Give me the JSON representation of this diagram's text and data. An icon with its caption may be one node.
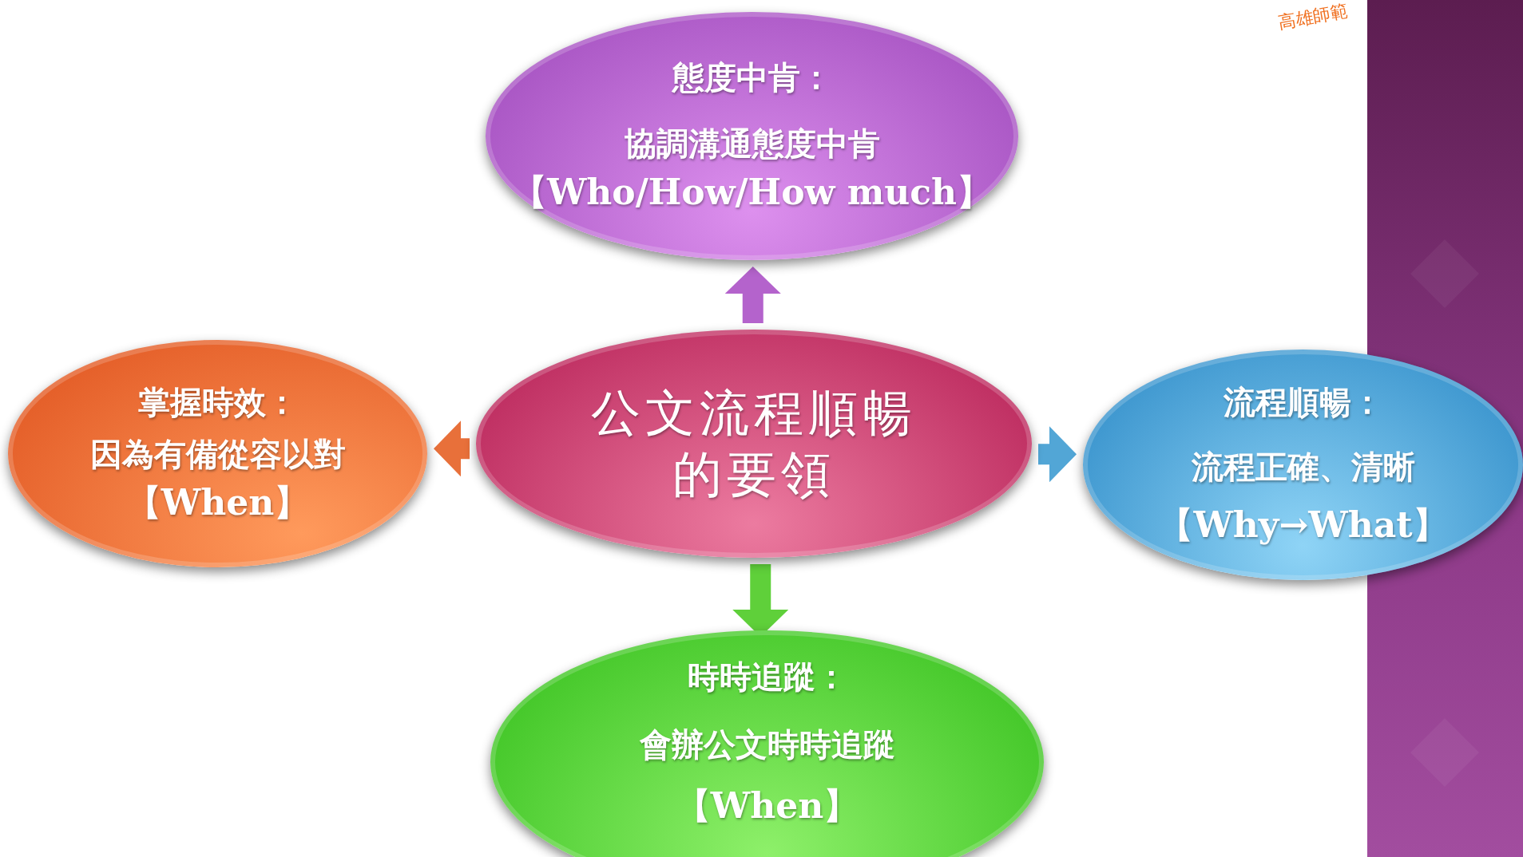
{
  "diagram": {
    "nodes": [
      {
        "text": [
          "態度中肯：",
          "協調溝通態度中肯",
          "【Who/How/How much】"
        ]
      },
      {
        "text": [
          "掌握時效：",
          "因為有備從容以對",
          "【When】"
        ]
      },
      {
        "text": [
          "公文流程順暢的要領"
        ]
      },
      {
        "text": [
          "流程順暢：",
          "流程正確、清晰",
          "【Why→What】"
        ]
      },
      {
        "text": [
          "時時追蹤：",
          "會辦公文時時追蹤",
          "【When】"
        ]
      }
    ],
    "edges": [
      {
        "from": 2,
        "to": 0,
        "arrow": "to",
        "color": "#b463cc"
      },
      {
        "from": 2,
        "to": 1,
        "arrow": "to",
        "color": "#e8703a"
      },
      {
        "from": 2,
        "to": 3,
        "arrow": "to",
        "color": "#52a6d6"
      },
      {
        "from": 2,
        "to": 4,
        "arrow": "to",
        "color": "#5fd03a"
      }
    ],
    "labels": [
      "高雄師範"
    ]
  }
}
